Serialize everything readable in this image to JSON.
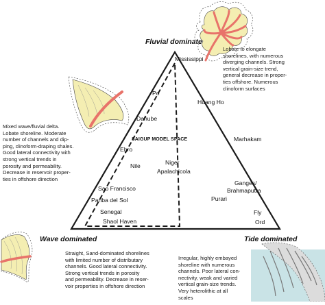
{
  "vertices": {
    "fluvial": "Fluvial dominated",
    "wave": "Wave dominated",
    "tide": "Tide dominated"
  },
  "model_space": "SAIGUP MODEL SPACE",
  "deltas": [
    {
      "id": "mississippi",
      "label": "Mississippi"
    },
    {
      "id": "po",
      "label": "Po"
    },
    {
      "id": "huang-ho",
      "label": "Huang Ho"
    },
    {
      "id": "danube",
      "label": "Danube"
    },
    {
      "id": "marhakam",
      "label": "Marhakam"
    },
    {
      "id": "ebro",
      "label": "Ebro"
    },
    {
      "id": "nile",
      "label": "Nile"
    },
    {
      "id": "niger",
      "label": "Niger"
    },
    {
      "id": "apalachicola",
      "label": "Apalachicola"
    },
    {
      "id": "ganges",
      "label": "Ganges/"
    },
    {
      "id": "brahmaputra",
      "label": "Brahmaputra"
    },
    {
      "id": "purari",
      "label": "Purari"
    },
    {
      "id": "sao-francisco",
      "label": "Sao Francisco"
    },
    {
      "id": "pariba",
      "label": "Pariba del Sol"
    },
    {
      "id": "senegal",
      "label": "Senegal"
    },
    {
      "id": "shaol-haven",
      "label": "Shaol Haven"
    },
    {
      "id": "fly",
      "label": "Fly"
    },
    {
      "id": "ord",
      "label": "Ord"
    }
  ],
  "descriptions": {
    "fluvial": "Lobate to elongate\nshorelines, with numerous\ndiverging channels. Strong\nvertical grain-size trend,\ngeneral decrease in proper-\nties offshore. Numerous\nclinoform surfaces",
    "mixed": "Mixed wave/fluvial delta.\nLobate shoreline. Moderate\nnumber of channels and dip-\nping, clinoform-draping shales.\nGood lateral connectivity with\nstrong vertical trends in\nporosity and permeability.\nDecrease in reservoir proper-\nties in offshore direction",
    "wave": "Straight, Sand-dominated shorelines\nwith limited number of distributary\nchannels. Good lateral connectivity.\nStrong vertical trends in porosity\nand permeability. Decrease in reser-\nvoir properties in offshore direction",
    "tide": "Irregular, highly embayed\nshoreline with numerous\nchannels. Poor lateral con-\nnectivity, weak and varied\nvertical grain-size trends.\nVery heterolithic at all\nscales"
  },
  "colors": {
    "sand": "#f4eeb2",
    "channel": "#e8736a",
    "sea": "#c9e3e6",
    "line": "#1a1a1a"
  }
}
